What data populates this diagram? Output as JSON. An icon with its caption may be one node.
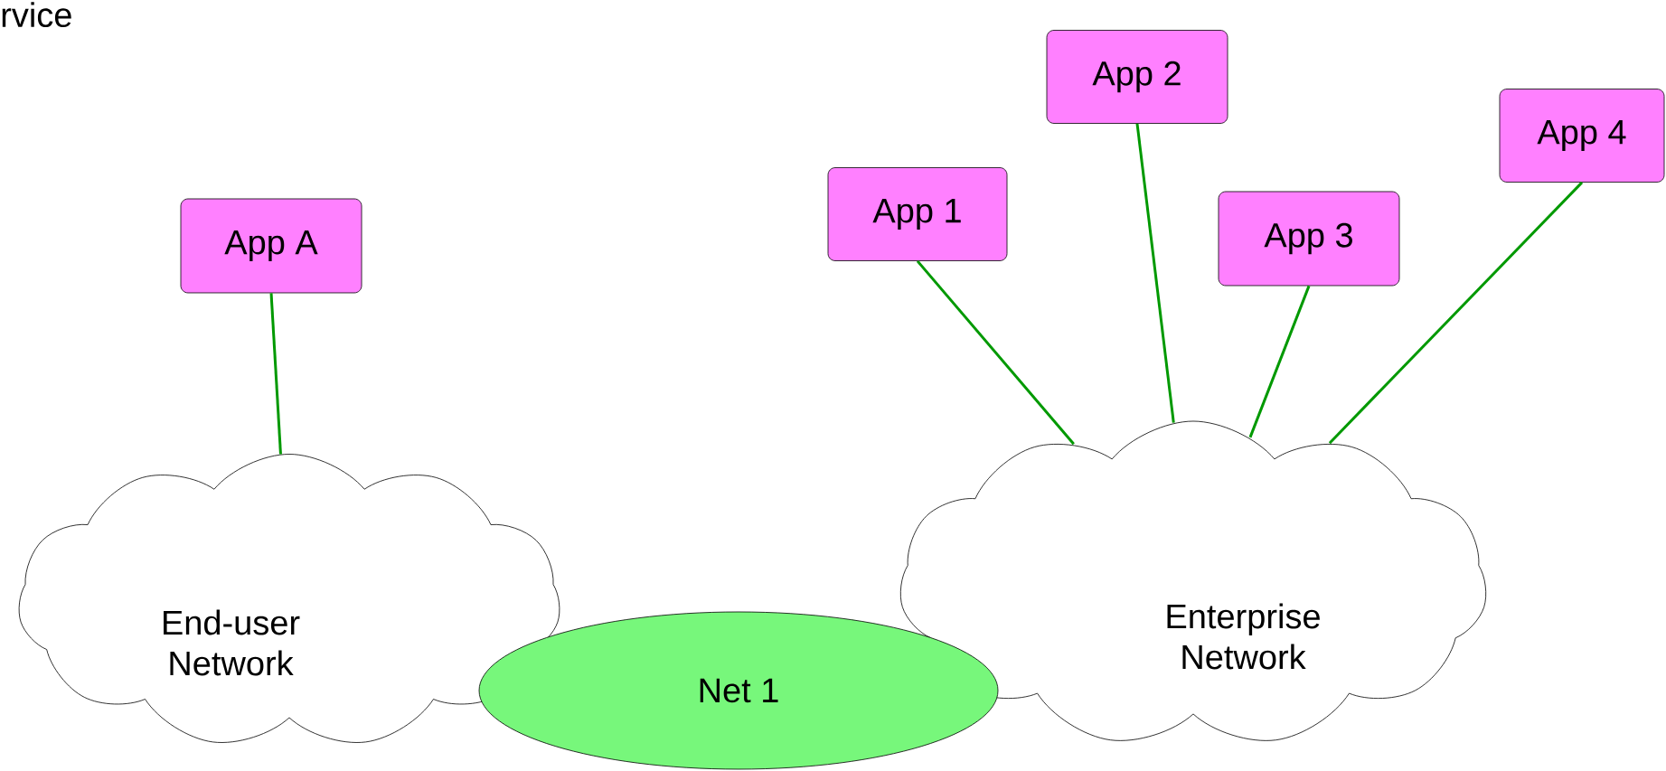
{
  "diagram": {
    "nodes": [
      {
        "text": [
          "App A"
        ]
      },
      {
        "text": [
          "App 1"
        ]
      },
      {
        "text": [
          "App 2"
        ]
      },
      {
        "text": [
          "App 3"
        ]
      },
      {
        "text": [
          "App 4"
        ]
      },
      {
        "text": [
          "End-user Network"
        ]
      },
      {
        "text": [
          "Net 1"
        ]
      },
      {
        "text": [
          "Enterprise Network"
        ]
      }
    ],
    "edges": [
      {
        "from": 0,
        "to": 5,
        "arrow": "none"
      },
      {
        "from": 1,
        "to": 7,
        "arrow": "none"
      },
      {
        "from": 2,
        "to": 7,
        "arrow": "none"
      },
      {
        "from": 3,
        "to": 7,
        "arrow": "none"
      },
      {
        "from": 4,
        "to": 7,
        "arrow": "none"
      }
    ],
    "labels": [
      "rvice"
    ]
  }
}
